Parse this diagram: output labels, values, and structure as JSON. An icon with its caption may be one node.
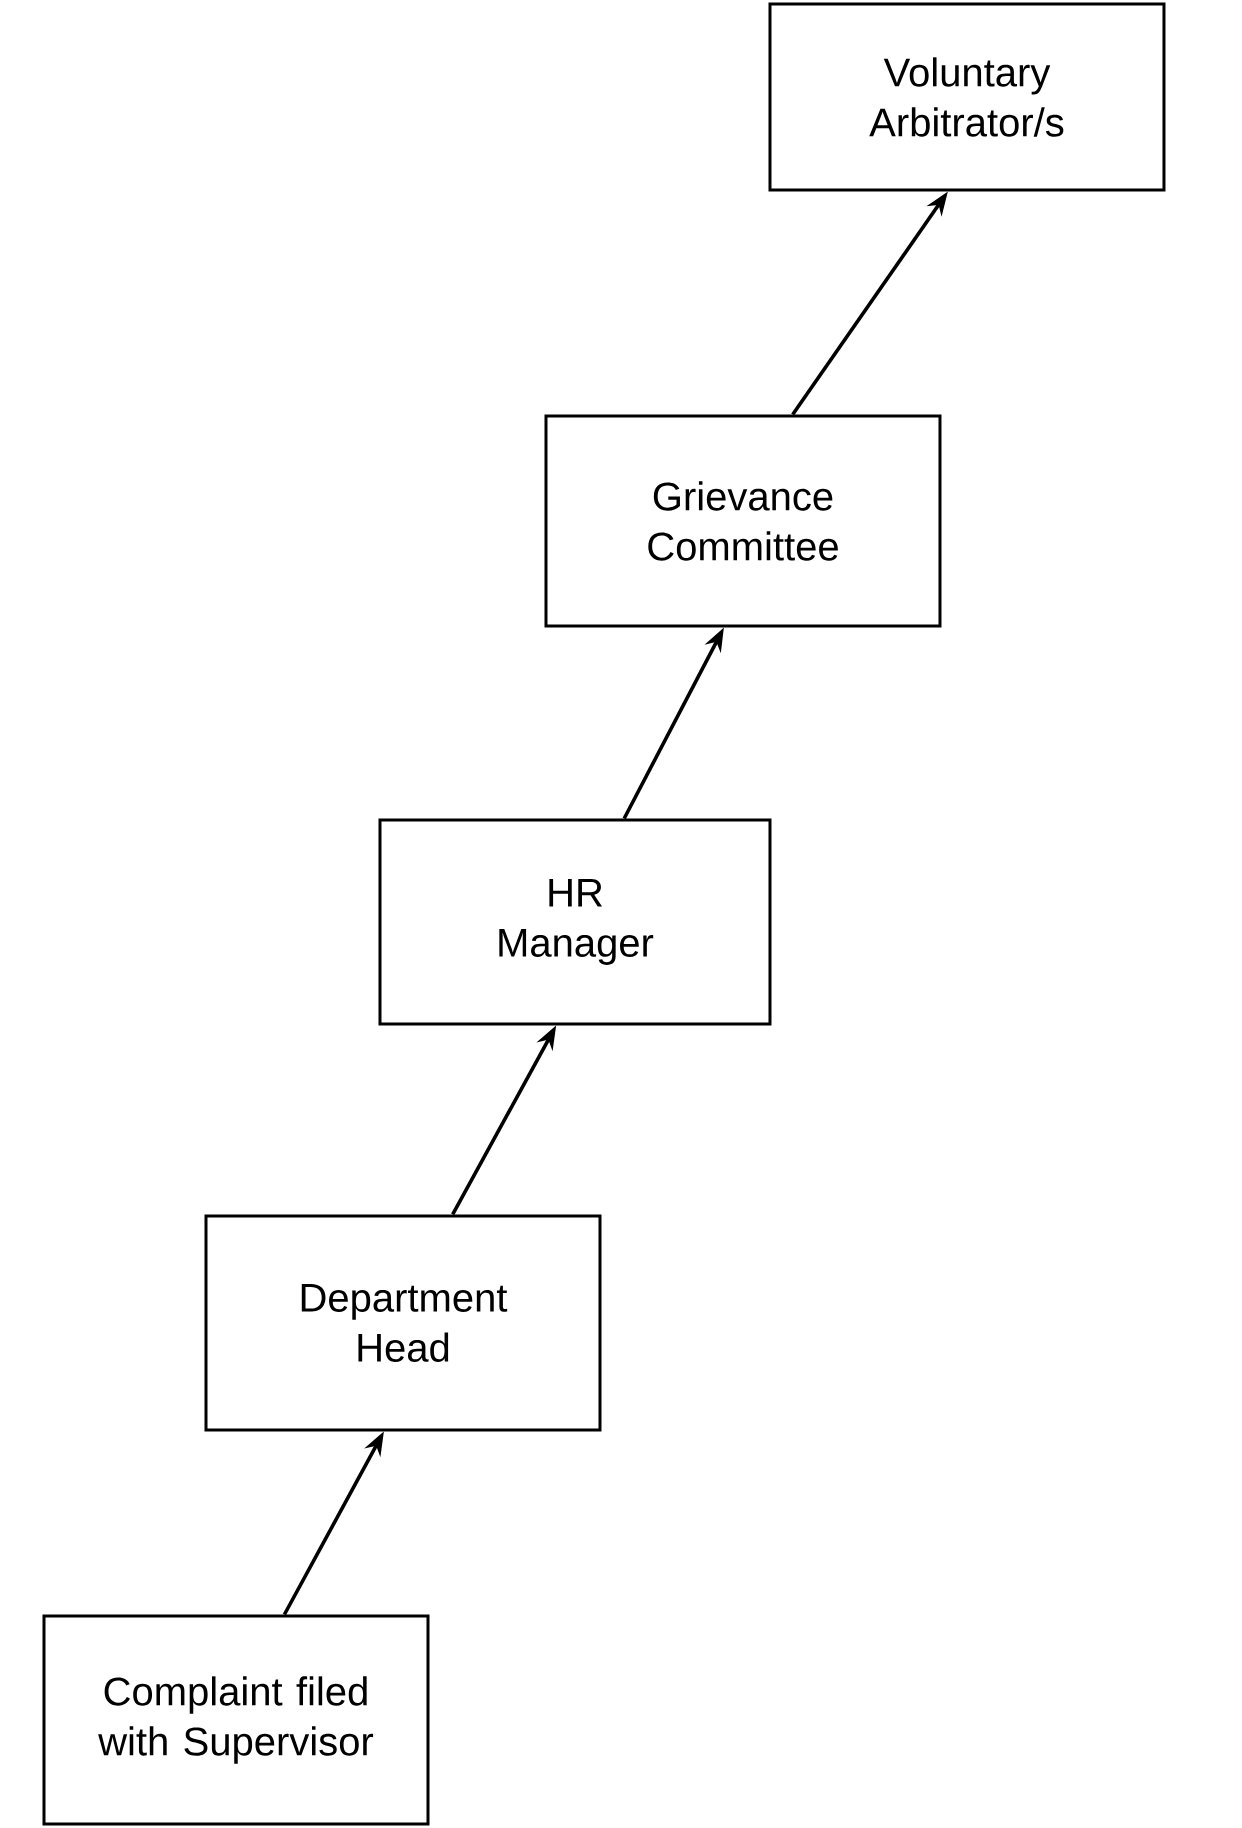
{
  "diagram": {
    "nodes": [
      {
        "text": [
          "Voluntary Arbitrator/s"
        ]
      },
      {
        "text": [
          "Grievance Committee"
        ]
      },
      {
        "text": [
          "HR Manager"
        ]
      },
      {
        "text": [
          "Department Head"
        ]
      },
      {
        "text": [
          "Complaint filed with Supervisor"
        ]
      }
    ],
    "edges": [
      {
        "from": 4,
        "to": 3,
        "arrow": "to"
      },
      {
        "from": 3,
        "to": 2,
        "arrow": "to"
      },
      {
        "from": 2,
        "to": 1,
        "arrow": "to"
      },
      {
        "from": 1,
        "to": 0,
        "arrow": "to"
      }
    ]
  }
}
